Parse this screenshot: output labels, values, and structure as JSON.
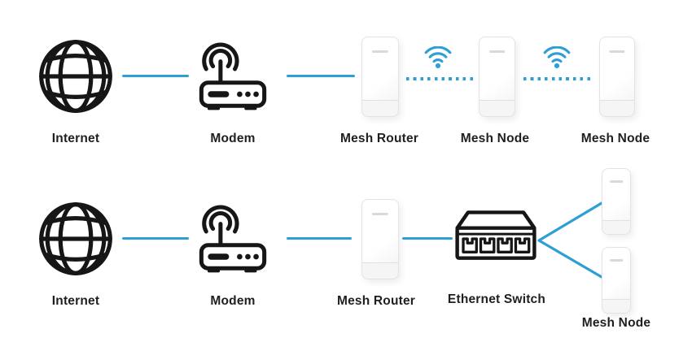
{
  "title": "Mesh network topology diagram",
  "colors": {
    "accent_blue": "#2B9FD6",
    "icon_stroke": "#161616",
    "label_text": "#1F1F1F",
    "device_body": "#FFFFFF",
    "background": "#FFFFFF"
  },
  "rows": [
    {
      "id": "wireless-backhaul",
      "nodes": [
        {
          "id": "internet",
          "label": "Internet",
          "icon": "globe-icon"
        },
        {
          "id": "modem",
          "label": "Modem",
          "icon": "modem-icon"
        },
        {
          "id": "mesh-router",
          "label": "Mesh Router",
          "icon": "mesh-device"
        },
        {
          "id": "mesh-node-1",
          "label": "Mesh Node",
          "icon": "mesh-device"
        },
        {
          "id": "mesh-node-2",
          "label": "Mesh Node",
          "icon": "mesh-device"
        }
      ],
      "links": [
        {
          "from": "internet",
          "to": "modem",
          "type": "wired"
        },
        {
          "from": "modem",
          "to": "mesh-router",
          "type": "wired"
        },
        {
          "from": "mesh-router",
          "to": "mesh-node-1",
          "type": "wireless",
          "icon": "wifi-icon"
        },
        {
          "from": "mesh-node-1",
          "to": "mesh-node-2",
          "type": "wireless",
          "icon": "wifi-icon"
        }
      ]
    },
    {
      "id": "wired-backhaul",
      "nodes": [
        {
          "id": "internet",
          "label": "Internet",
          "icon": "globe-icon"
        },
        {
          "id": "modem",
          "label": "Modem",
          "icon": "modem-icon"
        },
        {
          "id": "mesh-router",
          "label": "Mesh Router",
          "icon": "mesh-device"
        },
        {
          "id": "ethernet-switch",
          "label": "Ethernet Switch",
          "icon": "switch-icon"
        },
        {
          "id": "mesh-node-upper",
          "label": "",
          "icon": "mesh-device"
        },
        {
          "id": "mesh-node-lower",
          "label": "Mesh Node",
          "icon": "mesh-device"
        }
      ],
      "links": [
        {
          "from": "internet",
          "to": "modem",
          "type": "wired"
        },
        {
          "from": "modem",
          "to": "mesh-router",
          "type": "wired"
        },
        {
          "from": "mesh-router",
          "to": "ethernet-switch",
          "type": "wired"
        },
        {
          "from": "ethernet-switch",
          "to": "mesh-node-upper",
          "type": "wired"
        },
        {
          "from": "ethernet-switch",
          "to": "mesh-node-lower",
          "type": "wired"
        }
      ]
    }
  ]
}
